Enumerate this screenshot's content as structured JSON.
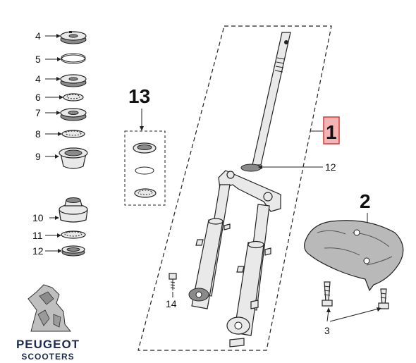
{
  "left_column_callouts": [
    "4",
    "5",
    "4",
    "6",
    "7",
    "8",
    "9",
    "10",
    "11",
    "12"
  ],
  "group_callout": "13",
  "fork_callout": "1",
  "fork_stem_callout": "12",
  "guard_callout": "2",
  "bolt_callout": "14",
  "screw_callout": "3",
  "brand": {
    "name": "PEUGEOT",
    "subtitle": "SCOOTERS"
  },
  "colors": {
    "highlight_fill": "#f4b4b4",
    "highlight_stroke": "#d03a3a",
    "brand_text": "#1e2b4f"
  }
}
